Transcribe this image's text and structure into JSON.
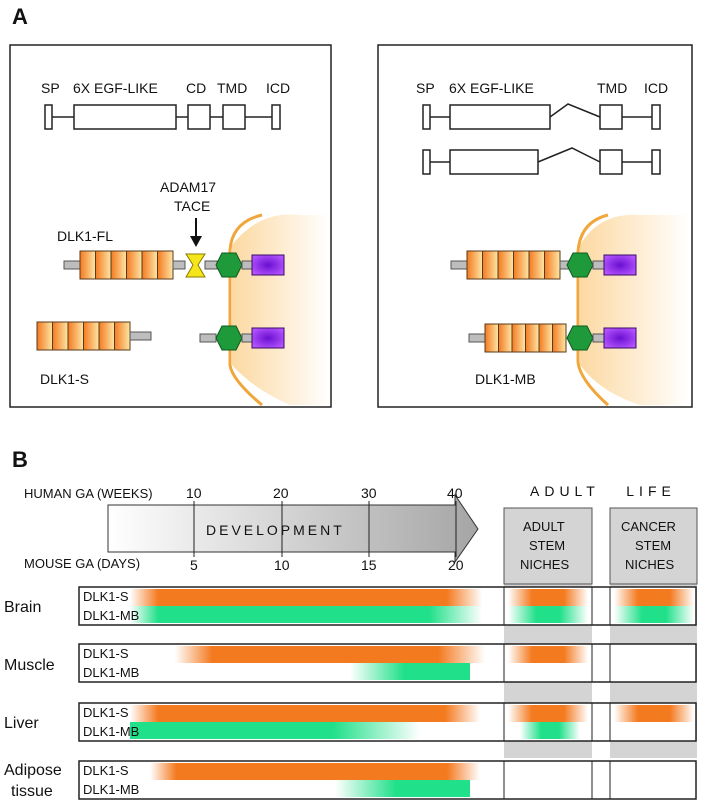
{
  "panel_a": {
    "letter": "A",
    "left": {
      "domain_labels": {
        "sp": "SP",
        "egf": "6X EGF-LIKE",
        "cd": "CD",
        "tmd": "TMD",
        "icd": "ICD"
      },
      "protease_line1": "ADAM17",
      "protease_line2": "TACE",
      "full_length_label": "DLK1-FL",
      "soluble_label": "DLK1-S"
    },
    "right": {
      "domain_labels": {
        "sp": "SP",
        "egf": "6X EGF-LIKE",
        "tmd": "TMD",
        "icd": "ICD"
      },
      "membrane_label": "DLK1-MB"
    }
  },
  "panel_b": {
    "letter": "B",
    "human_ga_label": "HUMAN GA (WEEKS)",
    "mouse_ga_label": "MOUSE GA (DAYS)",
    "human_ticks": [
      "10",
      "20",
      "30",
      "40"
    ],
    "mouse_ticks": [
      "5",
      "10",
      "15",
      "20"
    ],
    "development_label": "DEVELOPMENT",
    "adult_life_label": "ADULT   LIFE",
    "adult_stem_label": [
      "ADULT",
      "STEM",
      "NICHES"
    ],
    "cancer_stem_label": [
      "CANCER",
      "STEM",
      "NICHES"
    ],
    "isoform_s": "DLK1-S",
    "isoform_mb": "DLK1-MB",
    "tissues": [
      {
        "name": "Brain"
      },
      {
        "name": "Muscle"
      },
      {
        "name": "Liver"
      },
      {
        "name_line1": "Adipose",
        "name_line2": "tissue"
      }
    ]
  },
  "colors": {
    "orange": "#f47a20",
    "green": "#21e08a",
    "purple": "#7b1fd6",
    "tmd_green": "#1f9a3a",
    "tace_yellow": "#f5e51b",
    "membrane_fill": "#fde2b8",
    "membrane_line": "#f0a63a",
    "niche_gray": "#d4d4d4"
  }
}
